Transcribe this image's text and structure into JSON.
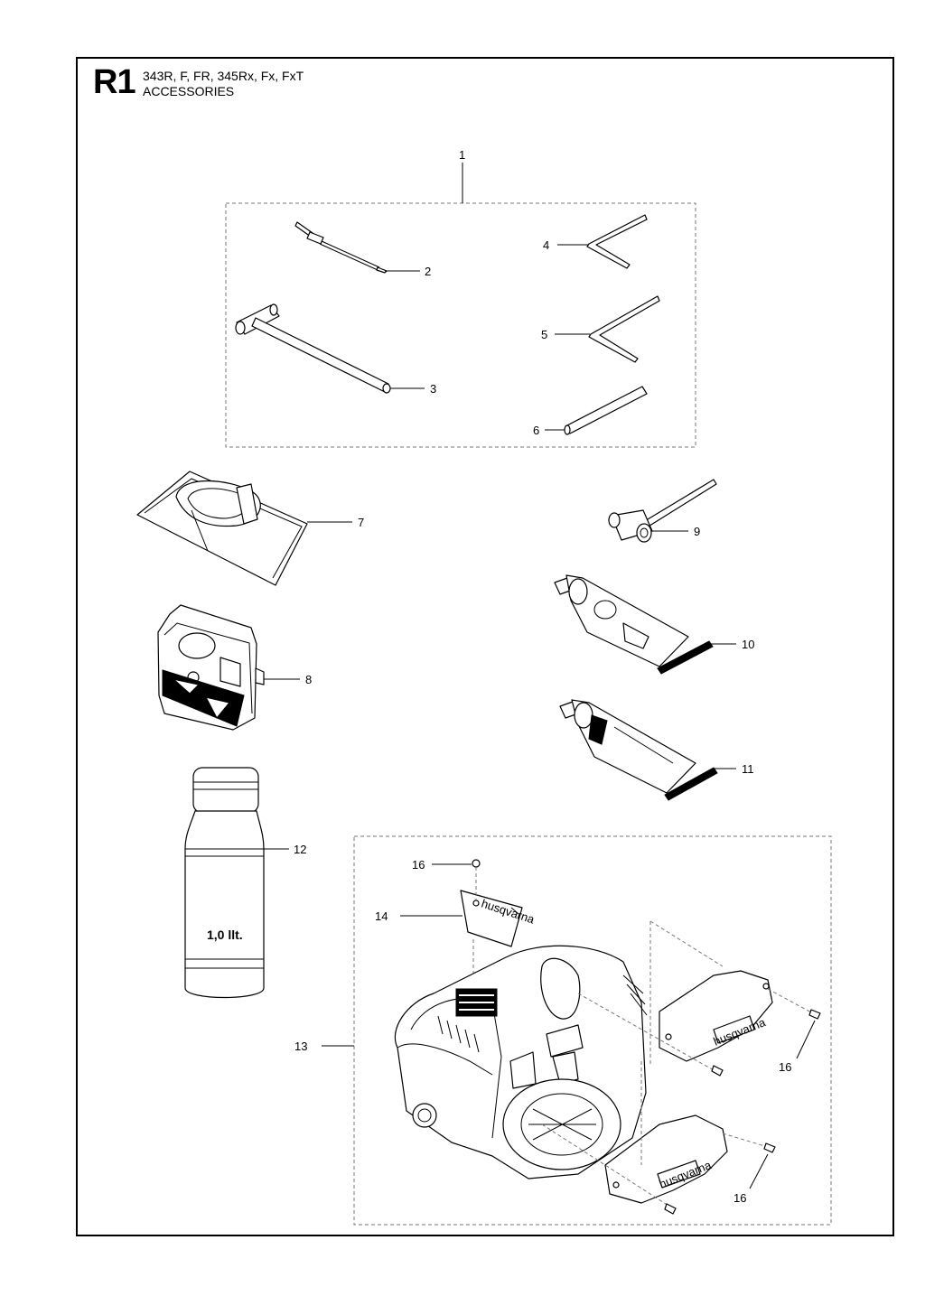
{
  "header": {
    "page_code": "R1",
    "models": "343R, F, FR, 345Rx, Fx, FxT",
    "section_title": "ACCESSORIES"
  },
  "callouts": {
    "c1": "1",
    "c2": "2",
    "c3": "3",
    "c4": "4",
    "c5": "5",
    "c6": "6",
    "c7": "7",
    "c8": "8",
    "c9": "9",
    "c10": "10",
    "c11": "11",
    "c12": "12",
    "c13": "13",
    "c14": "14",
    "c16a": "16",
    "c16b": "16",
    "c16c": "16"
  },
  "bottle_label": "1,0 llt."
}
